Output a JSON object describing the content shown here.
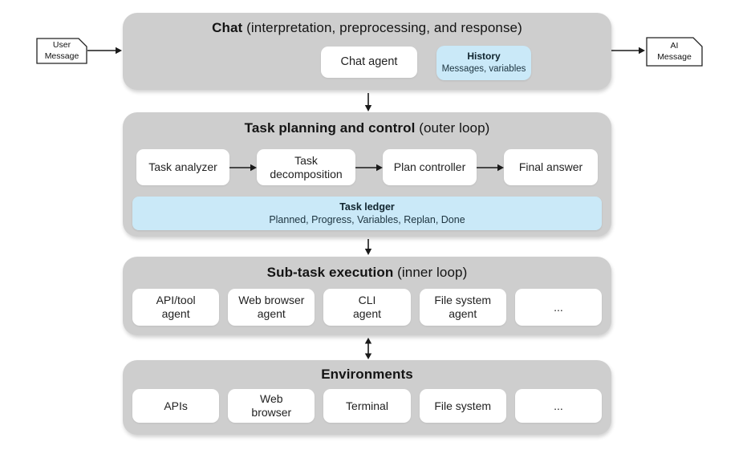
{
  "colors": {
    "section_gray": "#cecece",
    "box_white": "#ffffff",
    "highlight_blue": "#cae9f8",
    "arrow_black": "#1a1a1a"
  },
  "io": {
    "user_message": "User\nMessage",
    "ai_message": "AI\nMessage"
  },
  "chat": {
    "title_bold": "Chat",
    "title_rest": " (interpretation, preprocessing, and response)",
    "agent_label": "Chat agent",
    "history": {
      "title": "History",
      "subtitle": "Messages, variables"
    }
  },
  "planning": {
    "title_bold": "Task planning and control",
    "title_rest": " (outer loop)",
    "steps": [
      "Task analyzer",
      "Task\ndecomposition",
      "Plan controller",
      "Final answer"
    ],
    "ledger": {
      "title": "Task ledger",
      "subtitle": "Planned, Progress, Variables, Replan, Done"
    }
  },
  "subtask": {
    "title_bold": "Sub-task execution",
    "title_rest": " (inner loop)",
    "agents": [
      "API/tool\nagent",
      "Web browser\nagent",
      "CLI\nagent",
      "File system\nagent",
      "..."
    ]
  },
  "environments": {
    "title_bold": "Environments",
    "title_rest": "",
    "items": [
      "APIs",
      "Web\nbrowser",
      "Terminal",
      "File system",
      "..."
    ]
  }
}
